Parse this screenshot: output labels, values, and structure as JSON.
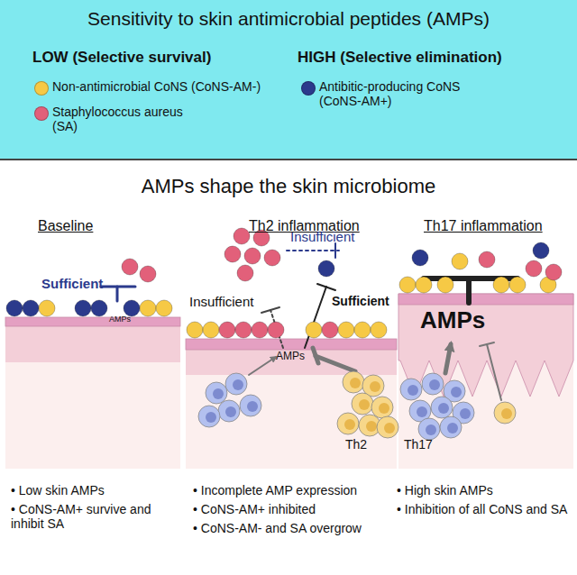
{
  "diagram": {
    "title": "AMPs shape the skin microbiome",
    "nodes": [
      {
        "text": [
          "Sensitivity to skin antimicrobial peptides (AMPs)",
          "LOW (Selective survival)",
          "HIGH (Selective elimination)"
        ]
      }
    ],
    "labels": [
      "Baseline",
      "Th2 inflammation",
      "Th17 inflammation",
      "Sufficient",
      "AMPs",
      "Insufficient",
      "Insufficient",
      "Sufficient",
      "AMPs",
      "Th2",
      "AMPs",
      "Th17",
      "• Low skin AMPs",
      "• CoNS-AM+ survive and inhibit SA",
      "• Incomplete AMP expression",
      "• CoNS-AM+ inhibited",
      "• CoNS-AM- and SA overgrow",
      "• High skin AMPs",
      "• Inhibition of all CoNS and SA"
    ],
    "legend": [
      {
        "text": "Non-antimicrobial CoNS (CoNS-AM-)",
        "color": "#f6c945"
      },
      {
        "text": "Staphylococcus aureus (SA)",
        "color": "#e2607a"
      },
      {
        "text": "Antibitic-producing CoNS (CoNS-AM+)",
        "color": "#2b3a8c"
      }
    ]
  }
}
